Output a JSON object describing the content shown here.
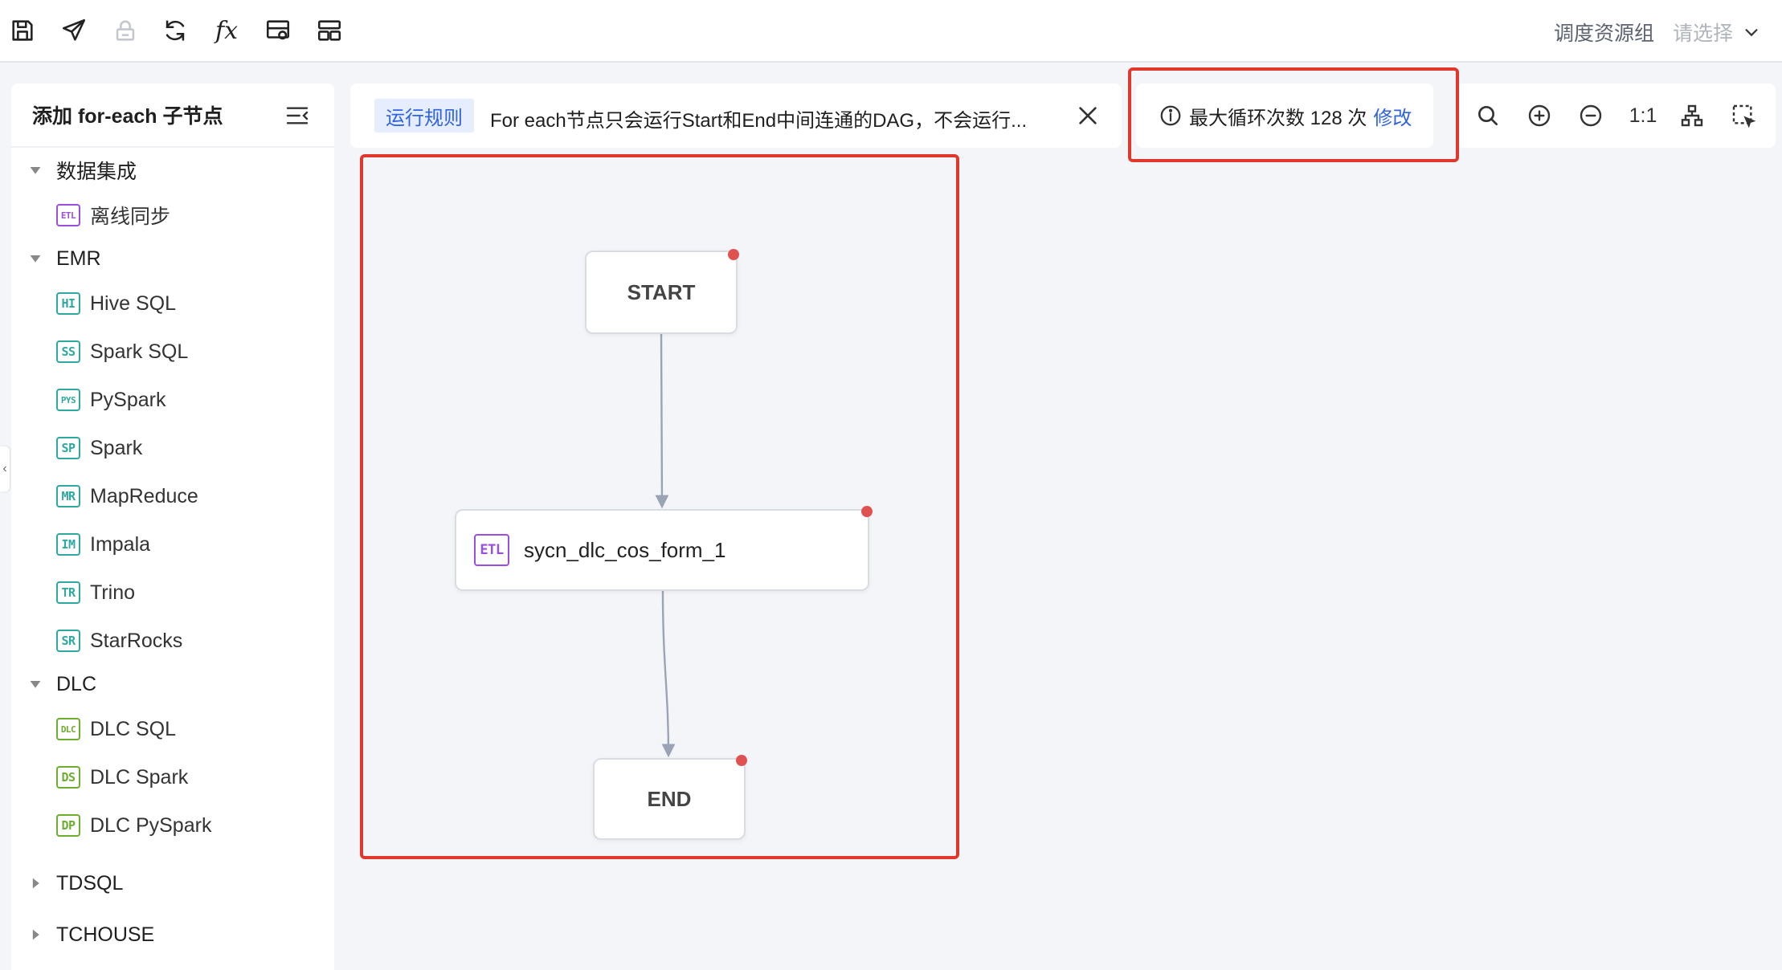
{
  "toolbar": {
    "icons": [
      "save-icon",
      "send-icon",
      "lock-icon",
      "refresh-icon",
      "function-icon",
      "resource-icon",
      "layout-icon"
    ],
    "function_label": "fx",
    "resource_group_label": "调度资源组",
    "resource_group_placeholder": "请选择"
  },
  "sidebar": {
    "title": "添加 for-each 子节点",
    "groups": [
      {
        "name": "数据集成",
        "expanded": true,
        "items": [
          {
            "badge": "ETL",
            "label": "离线同步",
            "color": "#9b4ee0"
          }
        ]
      },
      {
        "name": "EMR",
        "expanded": true,
        "items": [
          {
            "badge": "HI",
            "label": "Hive SQL",
            "color": "#2ca9a0"
          },
          {
            "badge": "SS",
            "label": "Spark SQL",
            "color": "#2ca9a0"
          },
          {
            "badge": "PYS",
            "label": "PySpark",
            "color": "#2ca9a0"
          },
          {
            "badge": "SP",
            "label": "Spark",
            "color": "#2ca9a0"
          },
          {
            "badge": "MR",
            "label": "MapReduce",
            "color": "#2ca9a0"
          },
          {
            "badge": "IM",
            "label": "Impala",
            "color": "#2ca9a0"
          },
          {
            "badge": "TR",
            "label": "Trino",
            "color": "#2ca9a0"
          },
          {
            "badge": "SR",
            "label": "StarRocks",
            "color": "#2ca9a0"
          }
        ]
      },
      {
        "name": "DLC",
        "expanded": true,
        "items": [
          {
            "badge": "DLC",
            "label": "DLC SQL",
            "color": "#6cae2f"
          },
          {
            "badge": "DS",
            "label": "DLC Spark",
            "color": "#6cae2f"
          },
          {
            "badge": "DP",
            "label": "DLC PySpark",
            "color": "#6cae2f"
          }
        ]
      },
      {
        "name": "TDSQL",
        "expanded": false,
        "items": []
      },
      {
        "name": "TCHOUSE",
        "expanded": false,
        "items": []
      }
    ]
  },
  "rule_bar": {
    "tag": "运行规则",
    "text": "For each节点只会运行Start和End中间连通的DAG，不会运行..."
  },
  "loop": {
    "text": "最大循环次数 128 次",
    "edit_label": "修改"
  },
  "controls": {
    "icons": [
      "search-icon",
      "zoom-in-icon",
      "zoom-out-icon",
      "actual-size",
      "auto-layout-icon",
      "select-area-icon"
    ],
    "ratio_label": "1:1"
  },
  "dag": {
    "start_label": "START",
    "task": {
      "badge": "ETL",
      "label": "sycn_dlc_cos_form_1",
      "color": "#9b4ee0"
    },
    "end_label": "END",
    "edge_color": "#9aa4b5",
    "status_dot_color": "#e05252"
  },
  "highlight_color": "#e2372b"
}
